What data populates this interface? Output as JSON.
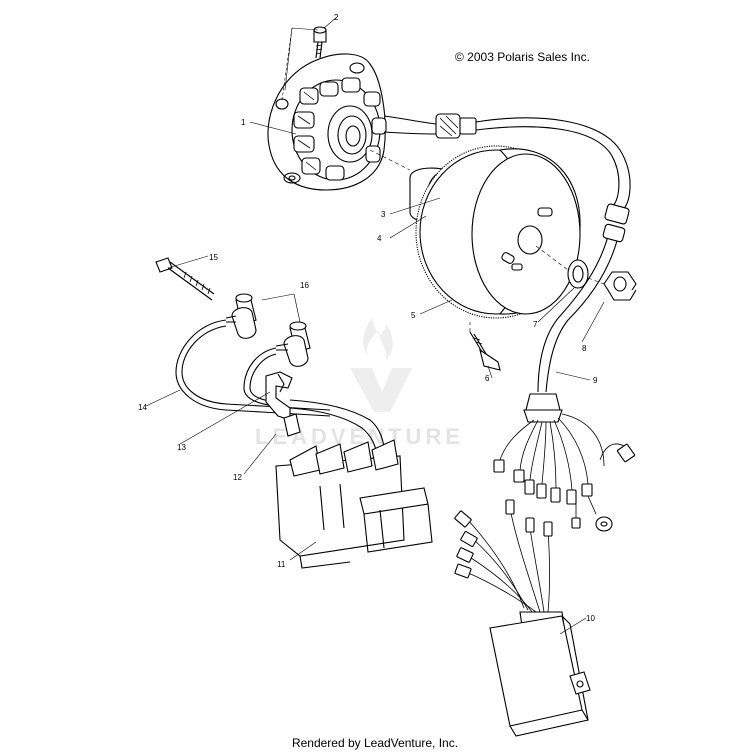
{
  "copyright": "© 2003 Polaris Sales Inc.",
  "footer": "Rendered by LeadVenture, Inc.",
  "watermark": "LEADVENTURE",
  "callouts": [
    "1",
    "2",
    "3",
    "4",
    "5",
    "6",
    "7",
    "8",
    "9",
    "10",
    "11",
    "12",
    "13",
    "14",
    "15",
    "16"
  ]
}
